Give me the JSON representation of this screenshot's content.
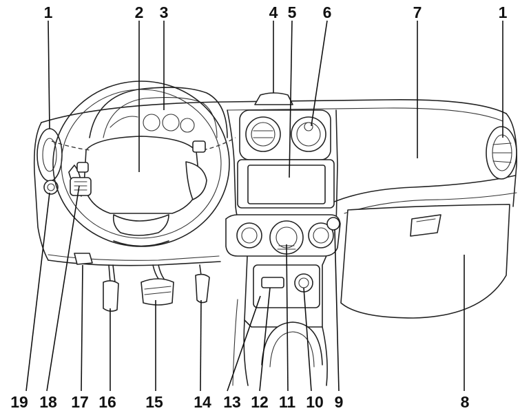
{
  "callouts": {
    "top": [
      "1",
      "2",
      "3",
      "4",
      "5",
      "6",
      "7",
      "1"
    ],
    "bottom": [
      "19",
      "18",
      "17",
      "16",
      "15",
      "14",
      "13",
      "12",
      "11",
      "10",
      "9",
      "8"
    ]
  }
}
